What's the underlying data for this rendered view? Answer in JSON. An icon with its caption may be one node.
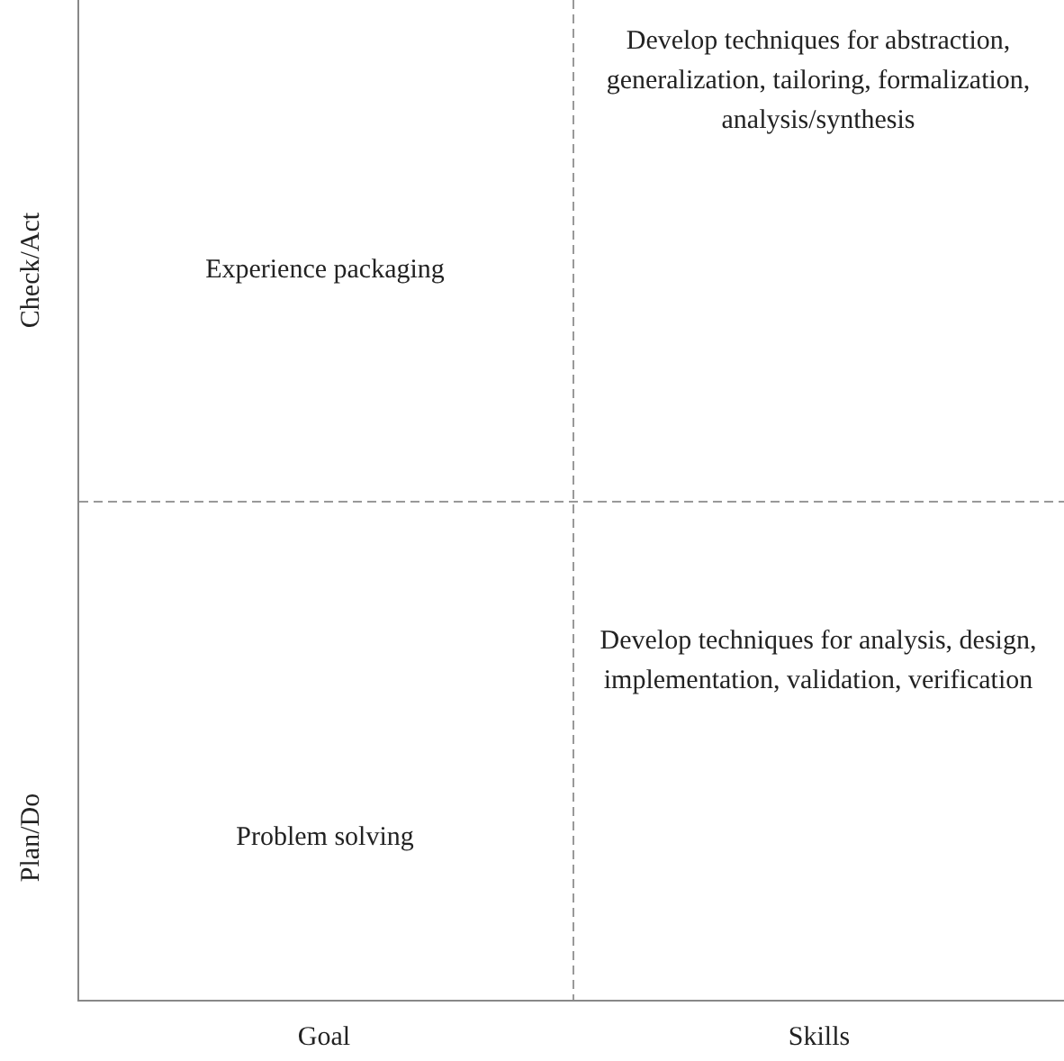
{
  "diagram": {
    "labels": [
      "Check/Act",
      "Experience packaging",
      "Develop techniques for abstraction, generalization, tailoring, formalization, analysis/synthesis",
      "Plan/Do",
      "Problem solving",
      "Develop techniques for analysis, design, implementation, validation, verification",
      "Goal",
      "Skills"
    ]
  }
}
